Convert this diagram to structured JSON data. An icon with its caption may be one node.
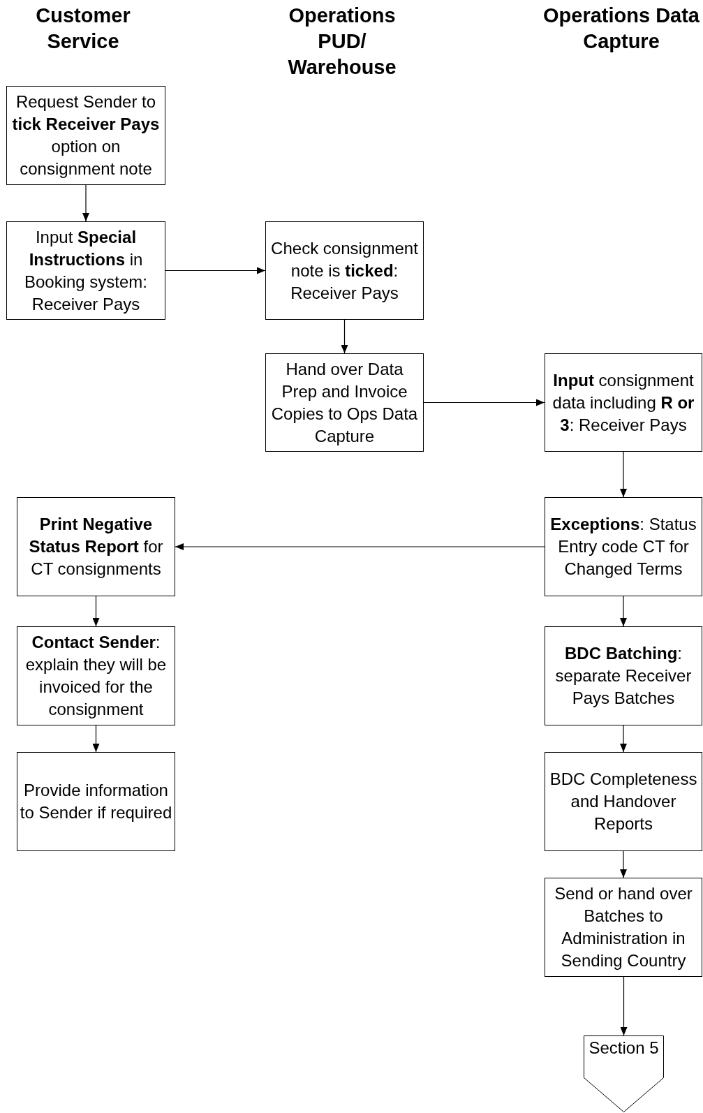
{
  "diagram": {
    "nodes": [
      {
        "text": [
          "Request Sender to **tick Receiver Pays** option on consignment note"
        ]
      },
      {
        "text": [
          "Input **Special Instructions** in Booking system: Receiver Pays"
        ]
      },
      {
        "text": [
          "Check consignment note is **ticked**: Receiver Pays"
        ]
      },
      {
        "text": [
          "Hand over Data Prep and Invoice Copies to Ops Data Capture"
        ]
      },
      {
        "text": [
          "**Input** consignment data including **R or 3**: Receiver Pays"
        ]
      },
      {
        "text": [
          "**Exceptions**: Status Entry code CT for Changed Terms"
        ]
      },
      {
        "text": [
          "**Print Negative Status Report** for CT consignments"
        ]
      },
      {
        "text": [
          "**Contact Sender**: explain they will be invoiced for the consignment"
        ]
      },
      {
        "text": [
          "Provide information to Sender if required"
        ]
      },
      {
        "text": [
          "**BDC Batching**: separate Receiver Pays Batches"
        ]
      },
      {
        "text": [
          "BDC Completeness and Handover Reports"
        ]
      },
      {
        "text": [
          "Send or hand over Batches to Administration in Sending Country"
        ]
      },
      {
        "text": [
          "Section 5"
        ]
      }
    ],
    "edges": [
      {
        "from": 0,
        "to": 1,
        "arrow": "to"
      },
      {
        "from": 1,
        "to": 2,
        "arrow": "to"
      },
      {
        "from": 2,
        "to": 3,
        "arrow": "to"
      },
      {
        "from": 3,
        "to": 4,
        "arrow": "to"
      },
      {
        "from": 4,
        "to": 5,
        "arrow": "to"
      },
      {
        "from": 5,
        "to": 6,
        "arrow": "to"
      },
      {
        "from": 6,
        "to": 7,
        "arrow": "to"
      },
      {
        "from": 7,
        "to": 8,
        "arrow": "to"
      },
      {
        "from": 5,
        "to": 9,
        "arrow": "to"
      },
      {
        "from": 9,
        "to": 10,
        "arrow": "to"
      },
      {
        "from": 10,
        "to": 11,
        "arrow": "to"
      },
      {
        "from": 11,
        "to": 12,
        "arrow": "to"
      }
    ],
    "labels": [
      "Customer Service",
      "Operations PUD/ Warehouse",
      "Operations Data Capture"
    ]
  }
}
